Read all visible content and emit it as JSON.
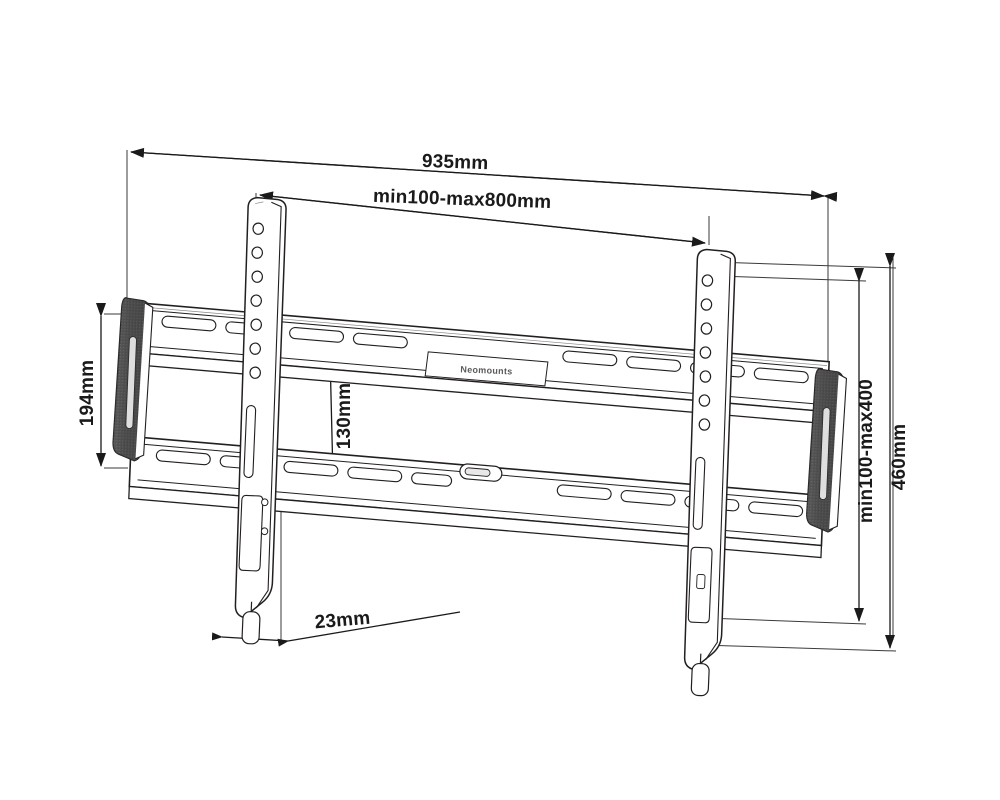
{
  "drawing": {
    "title": "TV wall mount technical dimension drawing",
    "background_color": "#ffffff",
    "line_color": "#231f20",
    "endcap_color": "#4a4a4a",
    "brand": "Neomounts",
    "rotation_degrees": 2
  },
  "dimensions": {
    "overall_width": "935mm",
    "vesa_horizontal": "min100-max800mm",
    "endcap_height": "194mm",
    "rail_spacing": "130mm",
    "overall_height": "460mm",
    "vesa_vertical": "min100-max400",
    "depth": "23mm"
  },
  "parts": {
    "left_endcap": "left-end-cap",
    "right_endcap": "right-end-cap",
    "upper_rail": "upper-rail",
    "lower_rail": "lower-rail",
    "left_bracket": "left-vertical-bracket",
    "right_bracket": "right-vertical-bracket",
    "left_pin": "left-pull-pin",
    "right_pin": "right-pull-pin",
    "latch": "release-latch",
    "bracket_hole_count": 7
  }
}
